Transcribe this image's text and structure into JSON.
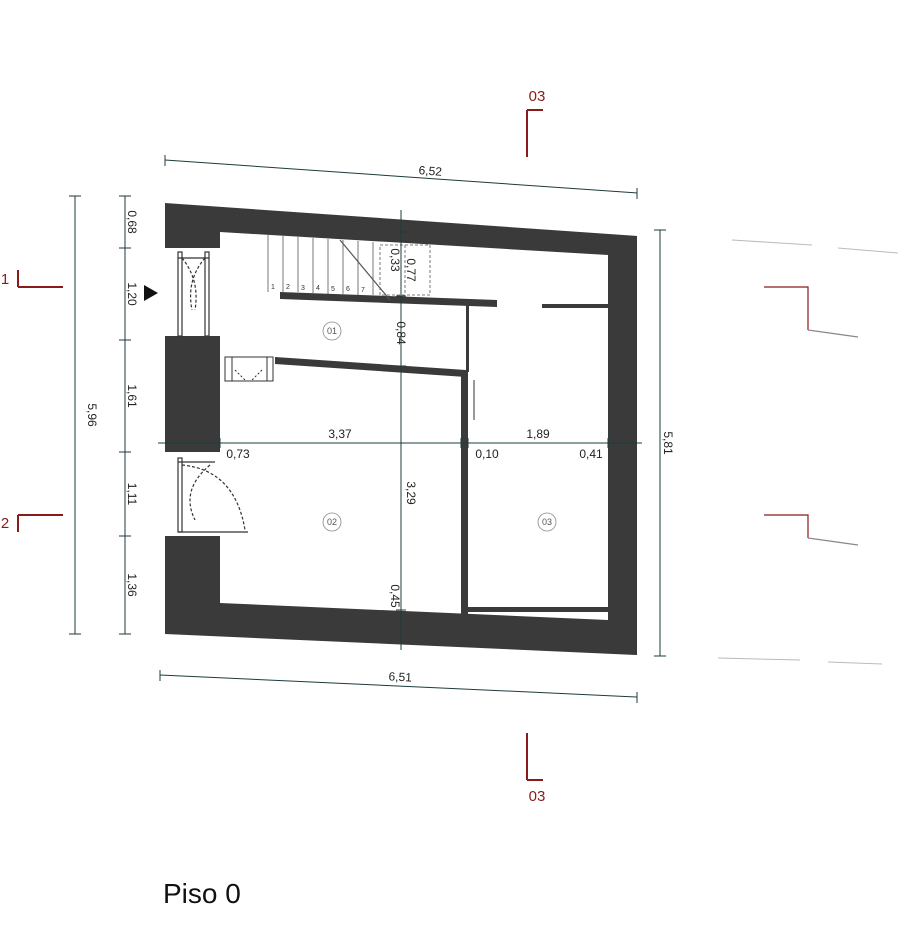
{
  "title": "Piso 0",
  "dimensions": {
    "top_width": "6,52",
    "bottom_width": "6,51",
    "left_total": "5,96",
    "right_total": "5,81",
    "left_segments": [
      "0,68",
      "1,20",
      "1,61",
      "1,11",
      "1,36"
    ],
    "horizontal_axis": [
      "0,73",
      "3,37",
      "0,10",
      "1,89",
      "0,41"
    ],
    "vertical_axis": [
      "0,33",
      "0,77",
      "0,84",
      "3,29",
      "0,45"
    ]
  },
  "sections": {
    "top": "03",
    "bottom": "03",
    "left_upper": "1",
    "left_lower": "2"
  },
  "rooms": [
    "01",
    "02",
    "03"
  ],
  "stair_steps": [
    "1",
    "2",
    "3",
    "4",
    "5",
    "6",
    "7"
  ],
  "colors": {
    "wall": "#3a3a3a",
    "section_marker": "#8b1a1a",
    "dimension_line": "#1c3b3b"
  }
}
